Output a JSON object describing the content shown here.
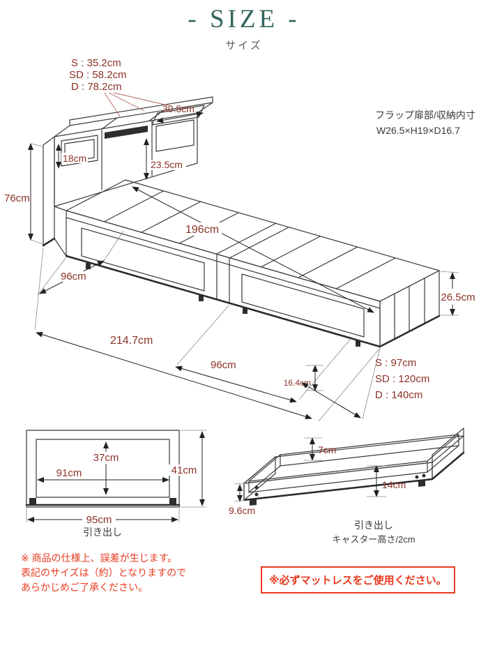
{
  "title": "- SIZE -",
  "subtitle": "サイズ",
  "bed_diagram": {
    "headboard_open_widths": {
      "s": "S : 35.2cm",
      "sd": "SD : 58.2cm",
      "d": "D : 78.2cm"
    },
    "flap_note": {
      "line1": "フラップ扉部/収納内寸",
      "line2": "W26.5×H19×D16.7"
    },
    "dims": {
      "flap_opening_width": "30.5cm",
      "side_pocket_height": "18cm",
      "headboard_shelf_height": "23.5cm",
      "headboard_height": "76cm",
      "sleeping_length": "196cm",
      "head_section_width": "96cm",
      "total_length": "214.7cm",
      "foot_section_length": "96cm",
      "base_height": "16.4cm",
      "frame_height": "26.5cm"
    },
    "bed_widths": {
      "s": "S : 97cm",
      "sd": "SD : 120cm",
      "d": "D : 140cm"
    }
  },
  "drawer_front_view": {
    "label": "引き出し",
    "dims": {
      "inner_height": "37cm",
      "inner_width": "91cm",
      "outer_height": "41cm",
      "outer_width": "95cm"
    }
  },
  "drawer_perspective_view": {
    "label": "引き出し",
    "caster_note": "キャスター高さ/2cm",
    "dims": {
      "inner_depth": "7cm",
      "front_height": "14cm",
      "side_height": "9.6cm"
    }
  },
  "notes": {
    "disclaimer_lines": [
      "※ 商品の仕様上、誤差が生じます。",
      "表記のサイズは（約）となりますので",
      "あらかじめご了承ください。"
    ],
    "mattress_warning": "※必ずマットレスをご使用ください。"
  },
  "colors": {
    "title": "#35665f",
    "dimension_text": "#8b3226",
    "warning": "#e8391f",
    "line_art": "#3a3a3a"
  }
}
